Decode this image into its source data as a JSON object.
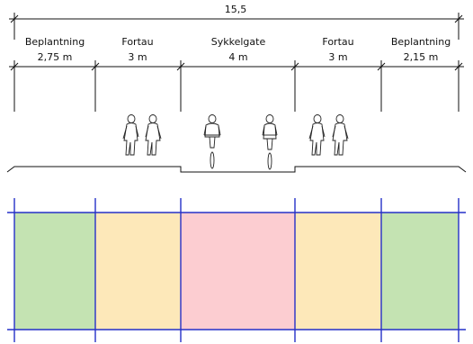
{
  "total_width_label": "15,5",
  "zones": [
    {
      "name": "Beplantning",
      "width_label": "2,75 m",
      "color": "#c4e3b2"
    },
    {
      "name": "Fortau",
      "width_label": "3 m",
      "color": "#fde8b9"
    },
    {
      "name": "Sykkelgate",
      "width_label": "4 m",
      "color": "#fccdd1"
    },
    {
      "name": "Fortau",
      "width_label": "3 m",
      "color": "#fde8b9"
    },
    {
      "name": "Beplantning",
      "width_label": "2,15 m",
      "color": "#c4e3b2"
    }
  ],
  "colors": {
    "grid_line": "#2530c8",
    "ink": "#111111"
  }
}
